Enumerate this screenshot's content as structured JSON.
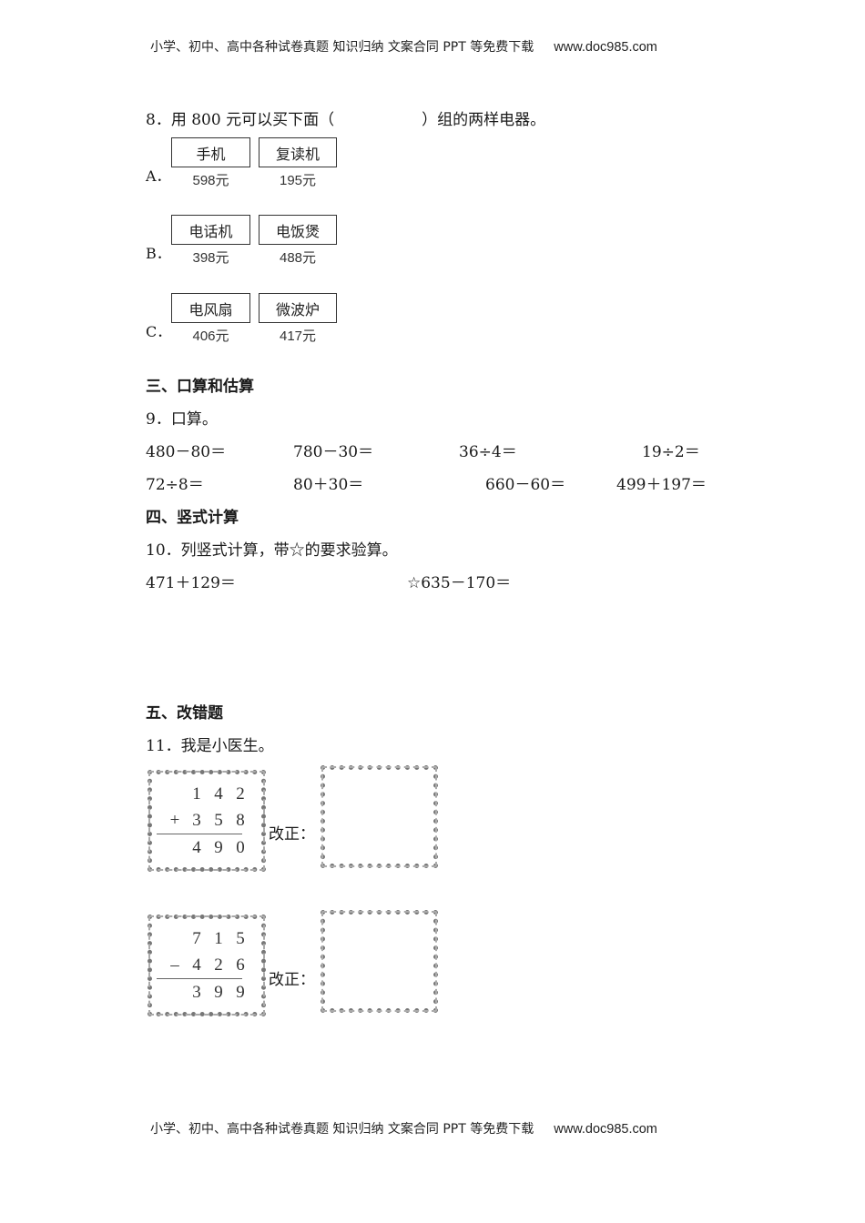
{
  "header": {
    "text": "小学、初中、高中各种试卷真题  知识归纳  文案合同  PPT 等免费下载",
    "url": "www.doc985.com"
  },
  "q8": {
    "prompt_before": "8．用 800 元可以买下面（",
    "prompt_after": "）组的两样电器。",
    "options": [
      {
        "letter": "A．",
        "items": [
          {
            "name": "手机",
            "price": "598元"
          },
          {
            "name": "复读机",
            "price": "195元"
          }
        ]
      },
      {
        "letter": "B．",
        "items": [
          {
            "name": "电话机",
            "price": "398元"
          },
          {
            "name": "电饭煲",
            "price": "488元"
          }
        ]
      },
      {
        "letter": "C．",
        "items": [
          {
            "name": "电风扇",
            "price": "406元"
          },
          {
            "name": "微波炉",
            "price": "417元"
          }
        ]
      }
    ]
  },
  "section3": {
    "title": "三、口算和估算",
    "q9": {
      "prompt": "9．口算。",
      "row1": [
        "480－80＝",
        "780－30＝",
        "36÷4＝",
        "19÷2＝"
      ],
      "row2": [
        "72÷8＝",
        "80＋30＝",
        "660－60＝",
        "499＋197＝"
      ]
    }
  },
  "section4": {
    "title": "四、竖式计算",
    "q10": {
      "prompt": "10．列竖式计算，带☆的要求验算。",
      "problems": [
        "471＋129＝",
        "☆635－170＝"
      ]
    }
  },
  "section5": {
    "title": "五、改错题",
    "q11": {
      "prompt": "11．我是小医生。",
      "fix_label": "改正：",
      "problems": [
        {
          "top": [
            "",
            "1",
            "4",
            "2"
          ],
          "bottom": [
            "+",
            "3",
            "5",
            "8"
          ],
          "result": [
            "",
            "4",
            "9",
            "0"
          ]
        },
        {
          "top": [
            "",
            "7",
            "1",
            "5"
          ],
          "bottom": [
            "–",
            "4",
            "2",
            "6"
          ],
          "result": [
            "",
            "3",
            "9",
            "9"
          ]
        }
      ]
    }
  },
  "footer": {
    "text": "小学、初中、高中各种试卷真题  知识归纳  文案合同  PPT 等免费下载",
    "url": "www.doc985.com"
  }
}
